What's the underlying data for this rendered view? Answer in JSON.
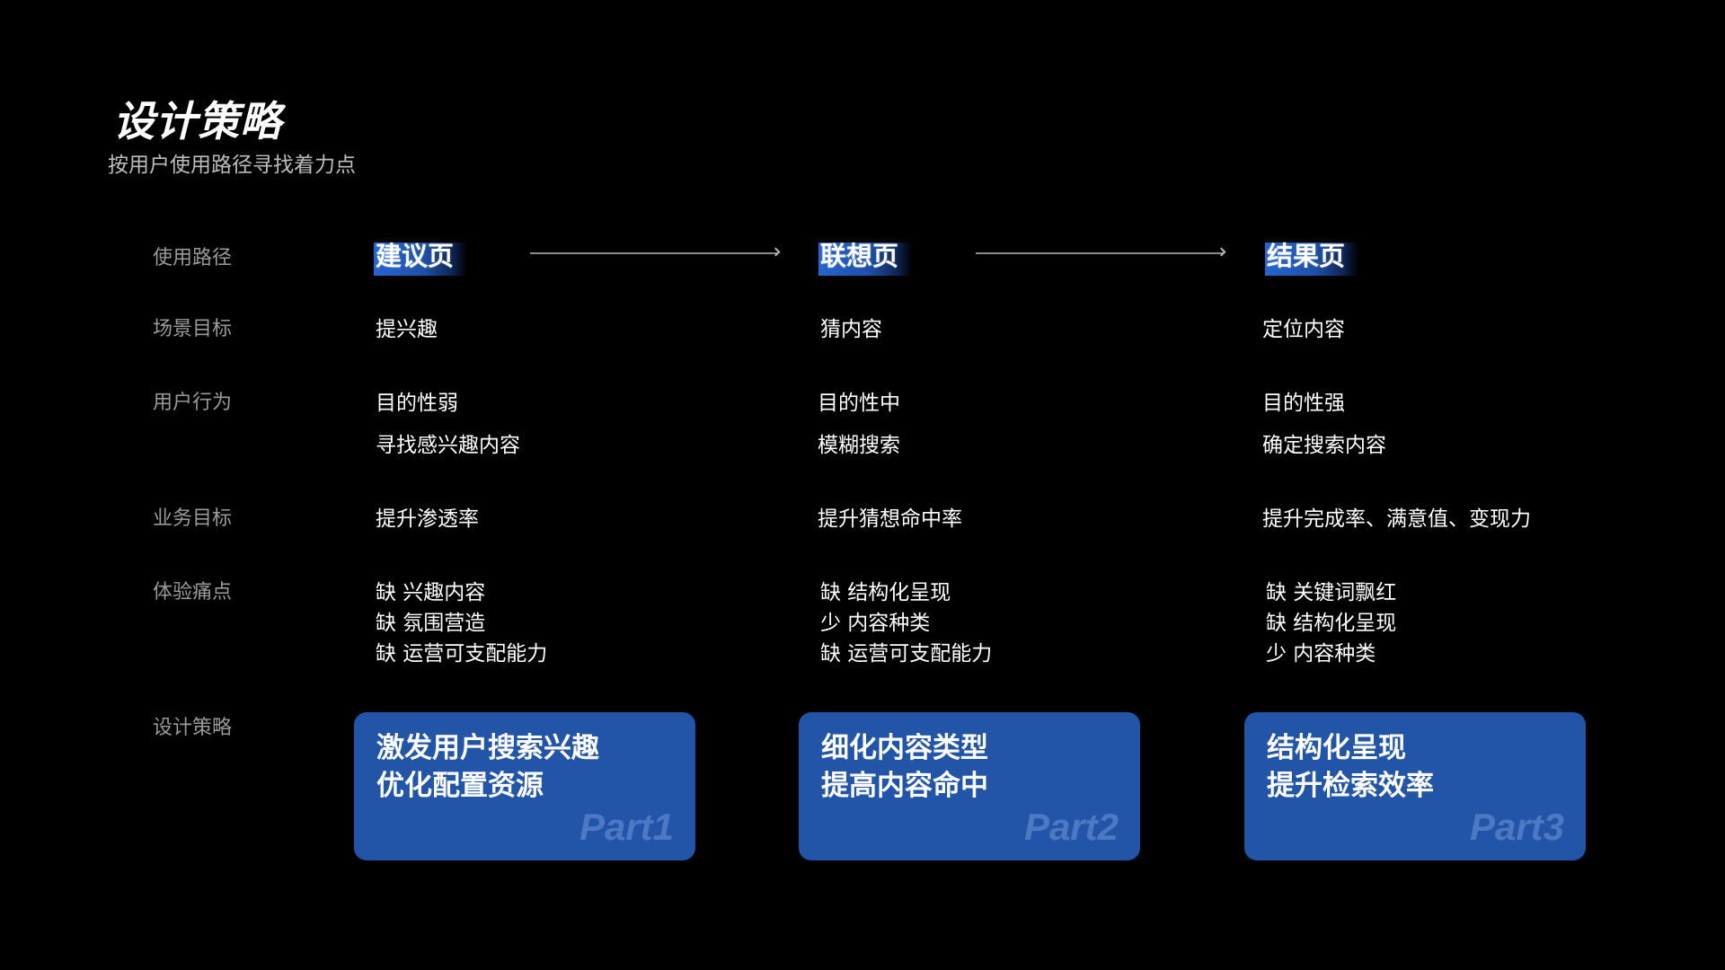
{
  "header": {
    "title": "设计策略",
    "subtitle": "按用户使用路径寻找着力点"
  },
  "row_labels": {
    "path": "使用路径",
    "scene_goal": "场景目标",
    "user_behavior": "用户行为",
    "business_goal": "业务目标",
    "pain_points": "体验痛点",
    "design_strategy": "设计策略"
  },
  "colors": {
    "background": "#000000",
    "accent_blue": "#2255a8",
    "highlight_blue": "#2566cf",
    "label_gray": "#9a9a9a",
    "part_watermark": "#4c78c4"
  },
  "columns": [
    {
      "stage": "建议页",
      "scene_goal": "提兴趣",
      "user_behavior": [
        "目的性弱",
        "寻找感兴趣内容"
      ],
      "business_goal": "提升渗透率",
      "pain_points": [
        "缺 兴趣内容",
        "缺 氛围营造",
        "缺 运营可支配能力"
      ],
      "strategy": {
        "lines": [
          "激发用户搜索兴趣",
          "优化配置资源"
        ],
        "part": "Part1"
      }
    },
    {
      "stage": "联想页",
      "scene_goal": "猜内容",
      "user_behavior": [
        "目的性中",
        "模糊搜索"
      ],
      "business_goal": "提升猜想命中率",
      "pain_points": [
        "缺 结构化呈现",
        "少 内容种类",
        "缺 运营可支配能力"
      ],
      "strategy": {
        "lines": [
          "细化内容类型",
          "提高内容命中"
        ],
        "part": "Part2"
      }
    },
    {
      "stage": "结果页",
      "scene_goal": "定位内容",
      "user_behavior": [
        "目的性强",
        "确定搜索内容"
      ],
      "business_goal": "提升完成率、满意值、变现力",
      "pain_points": [
        "缺 关键词飘红",
        "缺 结构化呈现",
        "少 内容种类"
      ],
      "strategy": {
        "lines": [
          "结构化呈现",
          "提升检索效率"
        ],
        "part": "Part3"
      }
    }
  ]
}
